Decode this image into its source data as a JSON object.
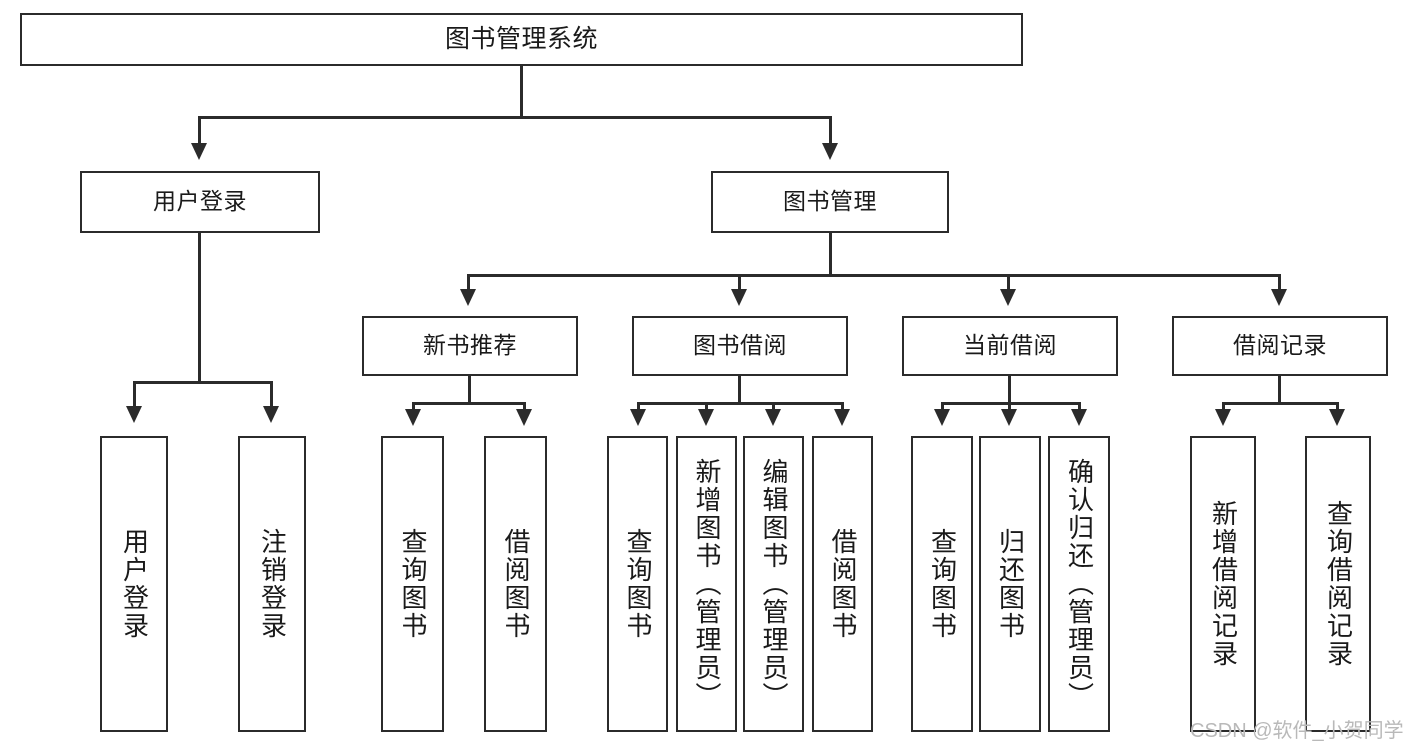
{
  "diagram": {
    "type": "tree-hierarchy-chart",
    "title": "图书管理系统",
    "root": {
      "label": "图书管理系统"
    },
    "level2": [
      {
        "id": "user-login",
        "label": "用户登录"
      },
      {
        "id": "book-management",
        "label": "图书管理"
      }
    ],
    "level3": [
      {
        "id": "new-book-recommend",
        "label": "新书推荐",
        "parent": "book-management"
      },
      {
        "id": "book-borrow",
        "label": "图书借阅",
        "parent": "book-management"
      },
      {
        "id": "current-borrow",
        "label": "当前借阅",
        "parent": "book-management"
      },
      {
        "id": "borrow-record",
        "label": "借阅记录",
        "parent": "book-management"
      }
    ],
    "leaves": [
      {
        "id": "leaf-user-login",
        "label": "用户登录",
        "parent": "user-login"
      },
      {
        "id": "leaf-logout-login",
        "label": "注销登录",
        "parent": "user-login"
      },
      {
        "id": "leaf-query-book-1",
        "label": "查询图书",
        "parent": "new-book-recommend"
      },
      {
        "id": "leaf-borrow-book-1",
        "label": "借阅图书",
        "parent": "new-book-recommend"
      },
      {
        "id": "leaf-query-book-2",
        "label": "查询图书",
        "parent": "book-borrow"
      },
      {
        "id": "leaf-add-book",
        "label": "新增图书（管理员）",
        "parent": "book-borrow"
      },
      {
        "id": "leaf-edit-book",
        "label": "编辑图书（管理员）",
        "parent": "book-borrow"
      },
      {
        "id": "leaf-borrow-book-2",
        "label": "借阅图书",
        "parent": "book-borrow"
      },
      {
        "id": "leaf-query-book-3",
        "label": "查询图书",
        "parent": "current-borrow"
      },
      {
        "id": "leaf-return-book",
        "label": "归还图书",
        "parent": "current-borrow"
      },
      {
        "id": "leaf-confirm-return",
        "label": "确认归还（管理员）",
        "parent": "current-borrow"
      },
      {
        "id": "leaf-add-record",
        "label": "新增借阅记录",
        "parent": "borrow-record"
      },
      {
        "id": "leaf-query-record",
        "label": "查询借阅记录",
        "parent": "borrow-record"
      }
    ],
    "watermark": "CSDN @软件_小贺同学",
    "colors": {
      "stroke": "#2b2b2b",
      "fill": "#ffffff",
      "text": "#1a1a1a",
      "watermark": "#b9b9b9"
    }
  }
}
